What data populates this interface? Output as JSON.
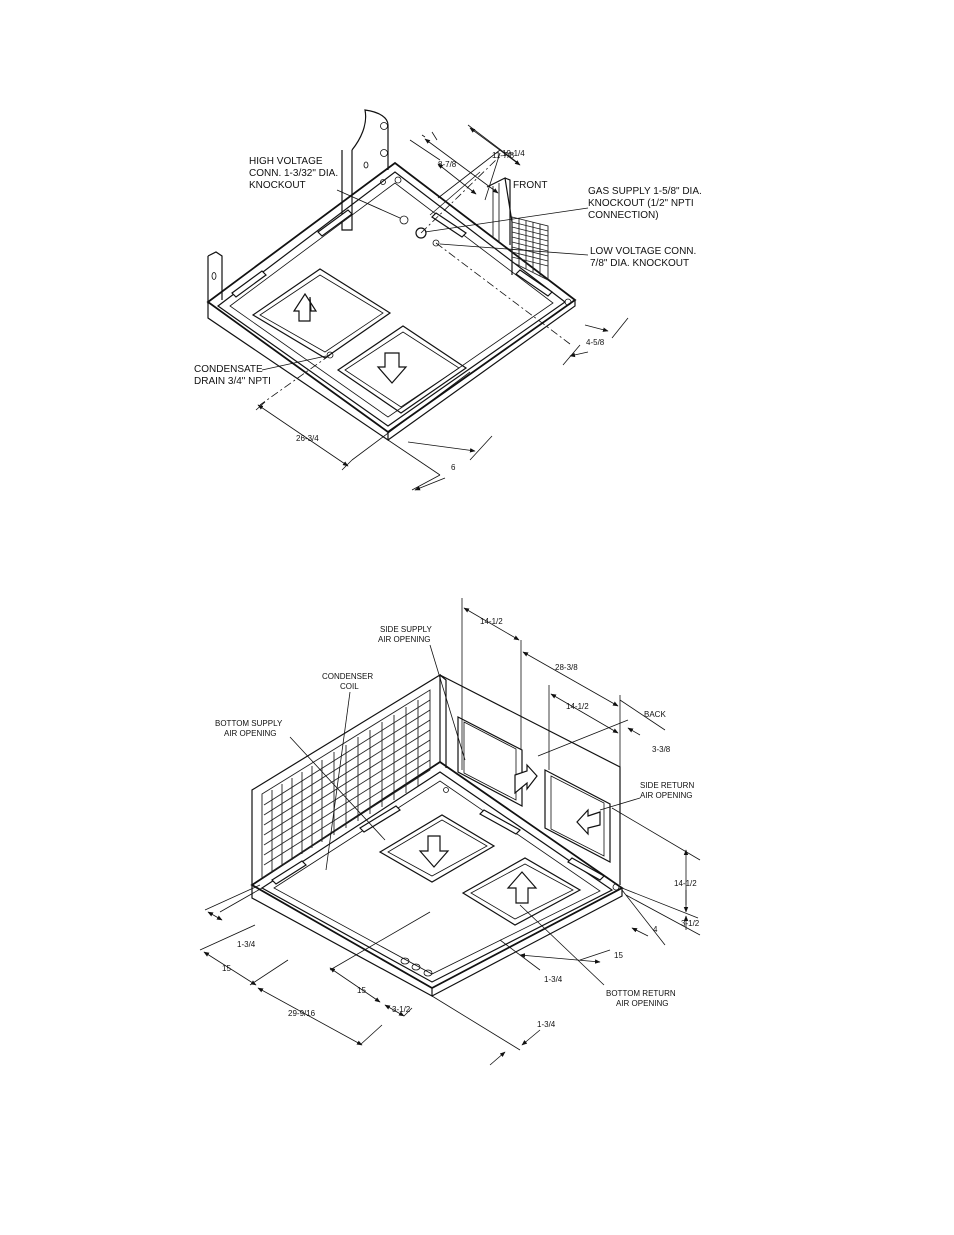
{
  "top_view": {
    "callouts": {
      "high_voltage": [
        "HIGH VOLTAGE",
        "CONN. 1-3/32\" DIA.",
        "KNOCKOUT"
      ],
      "front": "FRONT",
      "gas_supply": [
        "GAS SUPPLY 1-5/8\" DIA.",
        "KNOCKOUT (1/2\" NPTI",
        "CONNECTION)"
      ],
      "low_voltage": [
        "LOW VOLTAGE CONN.",
        "7/8\" DIA. KNOCKOUT"
      ],
      "condensate": [
        "CONDENSATE",
        "DRAIN 3/4\" NPTI"
      ]
    },
    "dimensions": {
      "d_11_7_8": "11-7/8",
      "d_19_1_4": "19-1/4",
      "d_8_7_8": "8-7/8",
      "d_4_5_8": "4-5/8",
      "d_26_3_4": "26-3/4",
      "d_6": "6"
    }
  },
  "bottom_view": {
    "callouts": {
      "side_supply": [
        "SIDE SUPPLY",
        "AIR OPENING"
      ],
      "condenser": [
        "CONDENSER",
        "COIL"
      ],
      "bottom_supply": [
        "BOTTOM SUPPLY",
        "AIR OPENING"
      ],
      "back": "BACK",
      "side_return": [
        "SIDE RETURN",
        "AIR OPENING"
      ],
      "bottom_return": [
        "BOTTOM RETURN",
        "AIR OPENING"
      ]
    },
    "dimensions": {
      "d_14_1_2_a": "14-1/2",
      "d_28_3_8": "28-3/8",
      "d_14_1_2_b": "14-1/2",
      "d_3_3_8": "3-3/8",
      "d_14_1_2_c": "14-1/2",
      "d_3_1_2_right": "3-1/2",
      "d_4": "4",
      "d_15_right": "15",
      "d_1_3_4_right": "1-3/4",
      "d_1_3_4_left": "1-3/4",
      "d_15_left": "15",
      "d_15_mid": "15",
      "d_29_9_16": "29-9/16",
      "d_3_1_2_bottom": "3-1/2",
      "d_1_3_4_bottom": "1-3/4"
    }
  }
}
